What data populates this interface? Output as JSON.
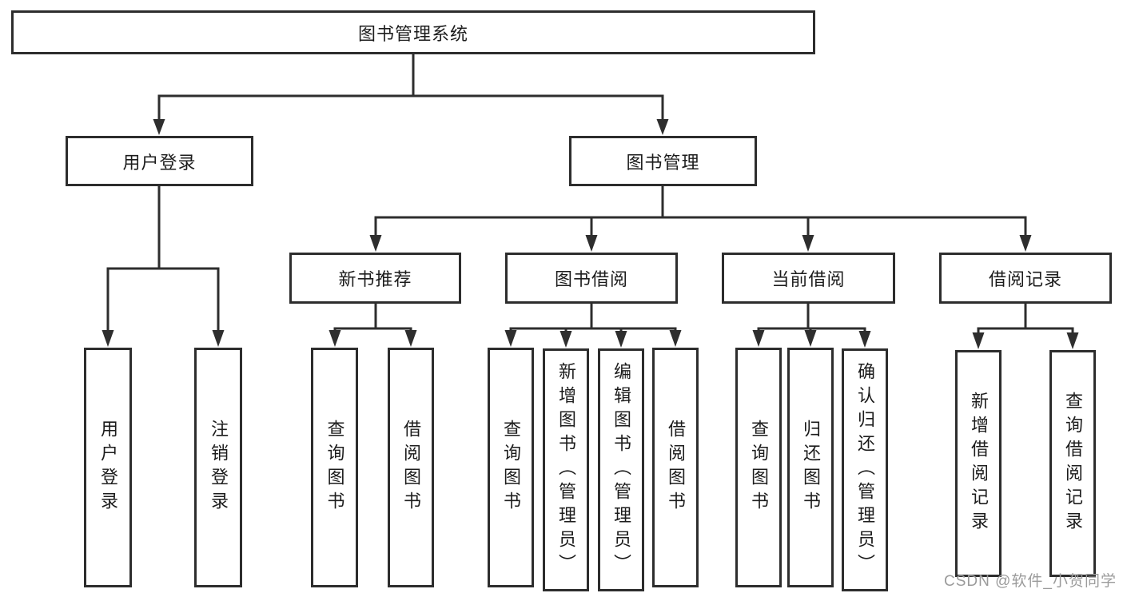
{
  "diagram": {
    "root": "图书管理系统",
    "groups": [
      {
        "label": "用户登录",
        "leaves": [
          "用户登录",
          "注销登录"
        ]
      },
      {
        "label": "图书管理",
        "subgroups": [
          {
            "label": "新书推荐",
            "leaves": [
              "查询图书",
              "借阅图书"
            ]
          },
          {
            "label": "图书借阅",
            "leaves": [
              "查询图书",
              "新增图书（管理员）",
              "编辑图书（管理员）",
              "借阅图书"
            ]
          },
          {
            "label": "当前借阅",
            "leaves": [
              "查询图书",
              "归还图书",
              "确认归还（管理员）"
            ]
          },
          {
            "label": "借阅记录",
            "leaves": [
              "新增借阅记录",
              "查询借阅记录"
            ]
          }
        ]
      }
    ],
    "line_color": "#2e2e2e",
    "box_border_color": "#2d2d2d",
    "text_color": "#1c1c1c",
    "watermark_color": "#9b9b9b"
  },
  "watermark": "CSDN @软件_小贺同学"
}
